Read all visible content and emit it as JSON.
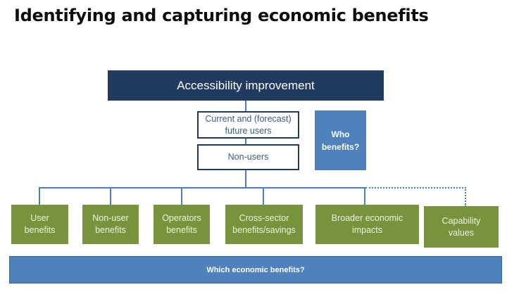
{
  "title": "Identifying and capturing economic benefits",
  "colors": {
    "navy": "#203a60",
    "accent_blue": "#4f81bd",
    "olive_green": "#77933c",
    "connector_blue": "#4a7ebe",
    "box_border_navy": "#1f3a60",
    "user_box_text": "#3d5a7d",
    "green_box_text": "#edf2de"
  },
  "diagram": {
    "root": {
      "label": "Accessibility improvement"
    },
    "user_groups": [
      {
        "label": "Current and (forecast)\nfuture users"
      },
      {
        "label": "Non-users"
      }
    ],
    "who_box": {
      "label": "Who\nbenefits?"
    },
    "benefits": {
      "items": [
        {
          "label": "User\nbenefits"
        },
        {
          "label": "Non-user\nbenefits"
        },
        {
          "label": "Operators\nbenefits"
        },
        {
          "label": "Cross-sector\nbenefits/savings"
        },
        {
          "label": "Broader economic\nimpacts"
        },
        {
          "label": "Capability\nvalues"
        }
      ]
    }
  },
  "footer": {
    "label": "Which economic benefits?"
  }
}
